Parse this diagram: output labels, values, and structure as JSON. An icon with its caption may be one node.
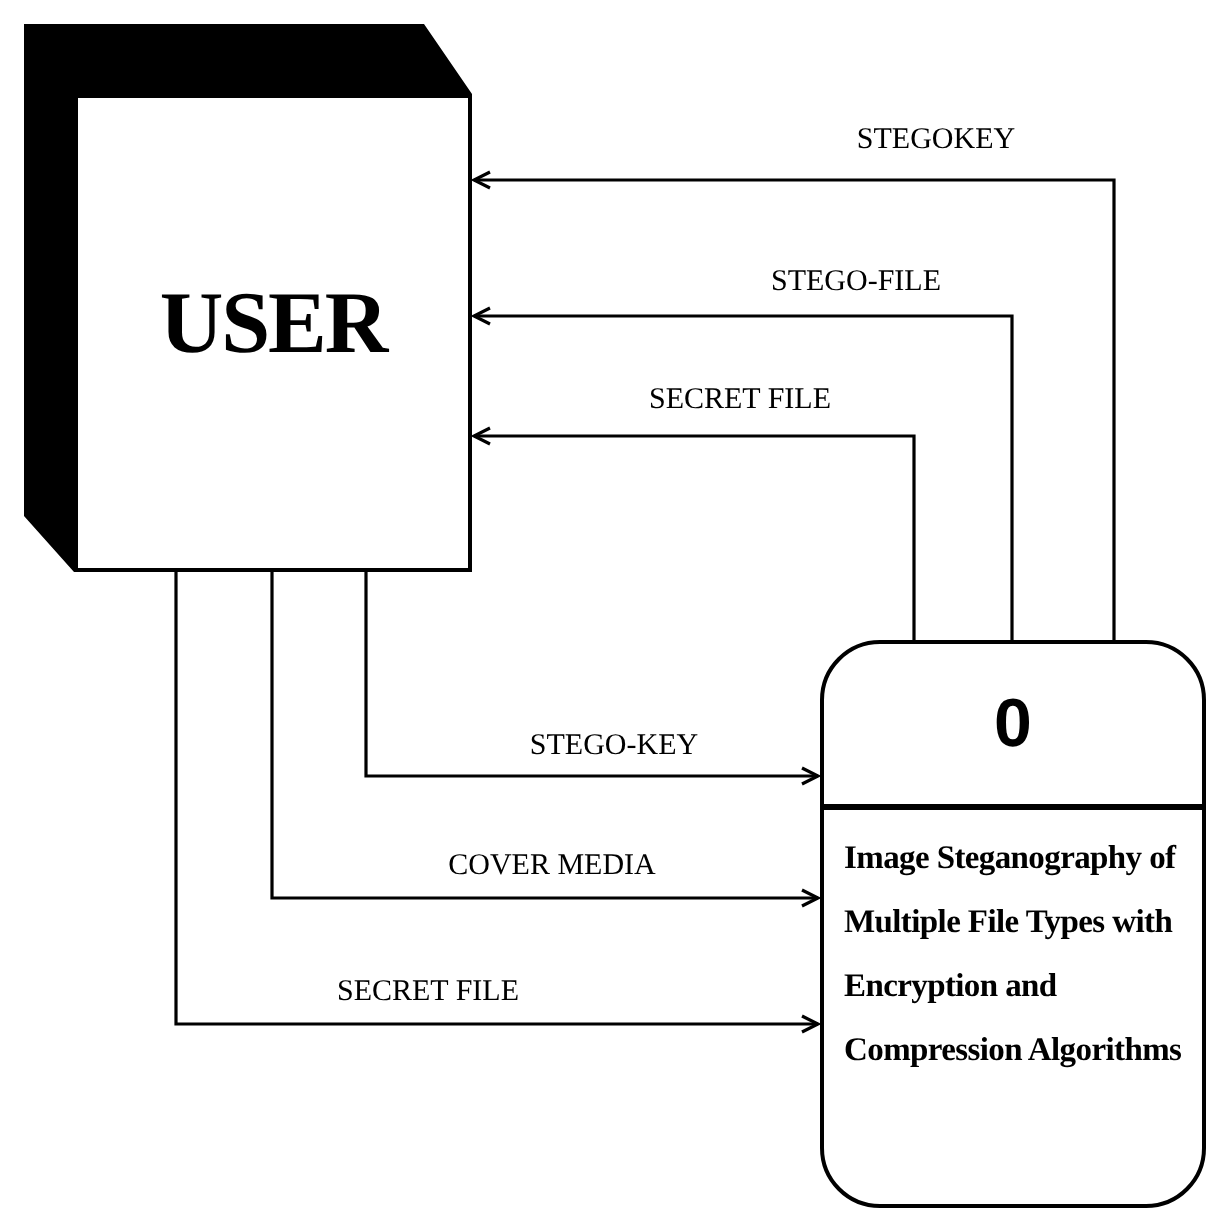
{
  "diagram": {
    "nodes": [
      {
        "text": [
          "USER"
        ]
      },
      {
        "text": [
          "0",
          "Image Steganography of Multiple File Types with Encryption and Compression Algorithms"
        ]
      }
    ],
    "edges": [
      {
        "from": 1,
        "to": 0,
        "arrow": "to",
        "label": "STEGOKEY"
      },
      {
        "from": 1,
        "to": 0,
        "arrow": "to",
        "label": "STEGO-FILE"
      },
      {
        "from": 1,
        "to": 0,
        "arrow": "to",
        "label": "SECRET FILE"
      },
      {
        "from": 0,
        "to": 1,
        "arrow": "to",
        "label": "STEGO-KEY"
      },
      {
        "from": 0,
        "to": 1,
        "arrow": "to",
        "label": "COVER MEDIA"
      },
      {
        "from": 0,
        "to": 1,
        "arrow": "to",
        "label": "SECRET FILE"
      }
    ]
  }
}
